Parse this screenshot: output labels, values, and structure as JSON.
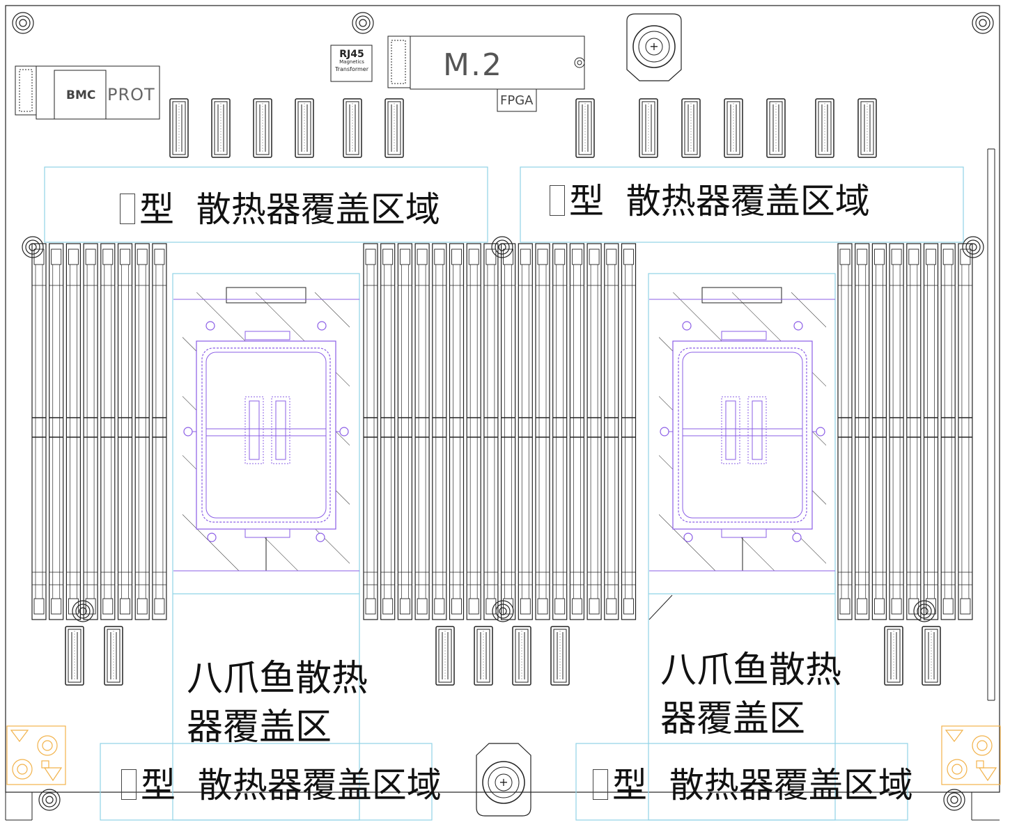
{
  "labels": {
    "rj45_line1": "RJ45",
    "rj45_line2": "Magnetics",
    "rj45_line3": "Transformer",
    "bmc": "BMC",
    "prot": "PROT",
    "m2": "M.2",
    "fpga": "FPGA",
    "zone_top_left_type": "型",
    "zone_top_left_text": "散热器覆盖区域",
    "zone_top_right_type": "型",
    "zone_top_right_text": "散热器覆盖区域",
    "zone_bottom_left_type": "型",
    "zone_bottom_left_text": "散热器覆盖区域",
    "zone_bottom_right_type": "型",
    "zone_bottom_right_text": "散热器覆盖区域",
    "octo_left_line1": "八爪鱼散热",
    "octo_left_line2": "器覆盖区",
    "octo_right_line1": "八爪鱼散热",
    "octo_right_line2": "器覆盖区"
  },
  "colors": {
    "outline": "#222222",
    "zone": "#8fd3e6",
    "socket": "#8a5ce6",
    "corner_mark": "#f2b24a"
  }
}
